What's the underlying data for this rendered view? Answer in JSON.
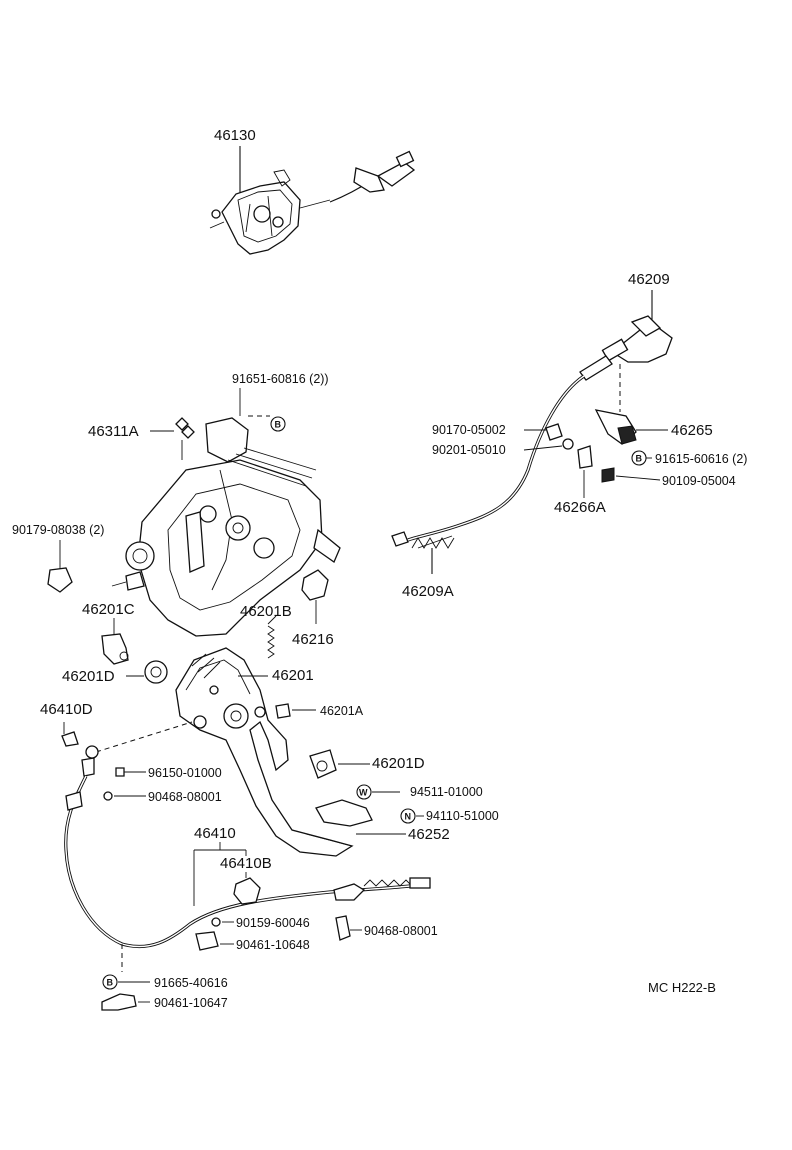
{
  "labels": {
    "p46130": "46130",
    "p46209": "46209",
    "p91651": "91651-60816 (2))",
    "p46311A": "46311A",
    "p90170": "90170-05002",
    "p46265": "46265",
    "p90201": "90201-05010",
    "p91615": "91615-60616 (2)",
    "p90109": "90109-05004",
    "p46266A": "46266A",
    "p90179": "90179-08038 (2)",
    "p46209A": "46209A",
    "p46201C": "46201C",
    "p46201B": "46201B",
    "p46216": "46216",
    "p46201D_a": "46201D",
    "p46201": "46201",
    "p46410D": "46410D",
    "p46201A": "46201A",
    "p46201D_b": "46201D",
    "p96150": "96150-01000",
    "p94511": "94511-01000",
    "p90468_a": "90468-08001",
    "p94110": "94110-51000",
    "p46410": "46410",
    "p46252": "46252",
    "p46410B": "46410B",
    "p90159": "90159-60046",
    "p90468_b": "90468-08001",
    "p90461_a": "90461-10648",
    "p91665": "91665-40616",
    "p90461_b": "90461-10647",
    "drawing_code": "MC  H222-B"
  },
  "badges": {
    "b_bolt": "B",
    "b_washer": "W",
    "b_nut": "N"
  }
}
